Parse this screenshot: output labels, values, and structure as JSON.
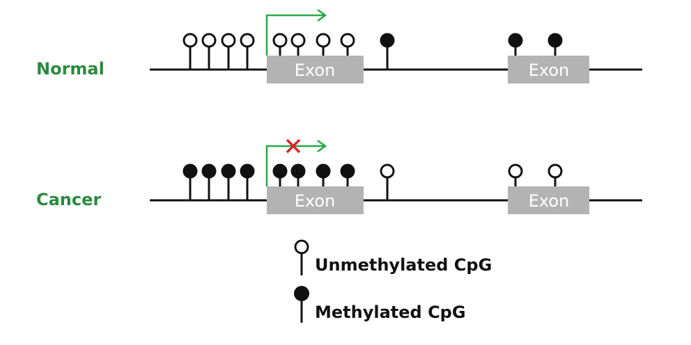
{
  "colors": {
    "label_green": "#2b8a3e",
    "arrow_green": "#27a844",
    "exon_fill": "#b3b3b3",
    "exon_text": "#ffffff",
    "line": "#111111",
    "blocked_x": "#d62728"
  },
  "rows": [
    {
      "label": "Normal",
      "exons": [
        "Exon",
        "Exon"
      ],
      "promoter_sites": [
        "unmethylated",
        "unmethylated",
        "unmethylated",
        "unmethylated"
      ],
      "exon1_sites": [
        "unmethylated",
        "unmethylated",
        "unmethylated",
        "unmethylated"
      ],
      "intron_site": "methylated",
      "exon2_sites": [
        "methylated",
        "methylated"
      ],
      "transcription": "active"
    },
    {
      "label": "Cancer",
      "exons": [
        "Exon",
        "Exon"
      ],
      "promoter_sites": [
        "methylated",
        "methylated",
        "methylated",
        "methylated"
      ],
      "exon1_sites": [
        "methylated",
        "methylated",
        "methylated",
        "methylated"
      ],
      "intron_site": "unmethylated",
      "exon2_sites": [
        "unmethylated",
        "unmethylated"
      ],
      "transcription": "blocked"
    }
  ],
  "legend": {
    "unmethylated_label": "Unmethylated CpG",
    "methylated_label": "Methylated CpG"
  }
}
